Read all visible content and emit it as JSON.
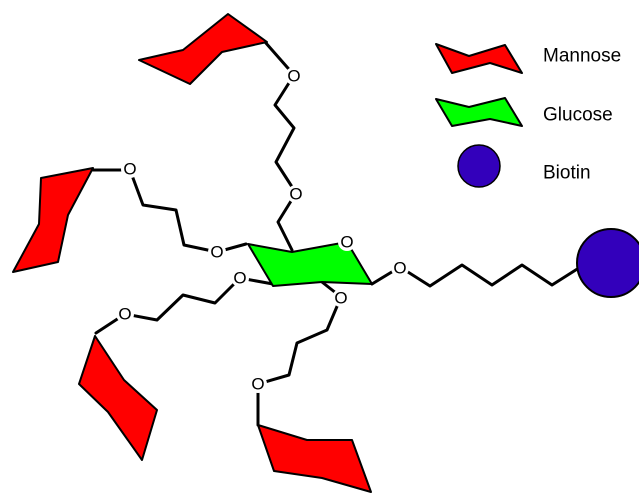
{
  "legend": {
    "items": [
      {
        "label": "Mannose",
        "color": "#ff0000",
        "shape": "sugar-ring"
      },
      {
        "label": "Glucose",
        "color": "#00ff00",
        "shape": "sugar-ring"
      },
      {
        "label": "Biotin",
        "color": "#3300bb",
        "shape": "circle"
      }
    ]
  },
  "atoms": {
    "oxygen_symbol": "O"
  },
  "colors": {
    "mannose": "#ff0000",
    "glucose": "#00ff00",
    "biotin": "#3300bb",
    "bond": "#000000"
  }
}
